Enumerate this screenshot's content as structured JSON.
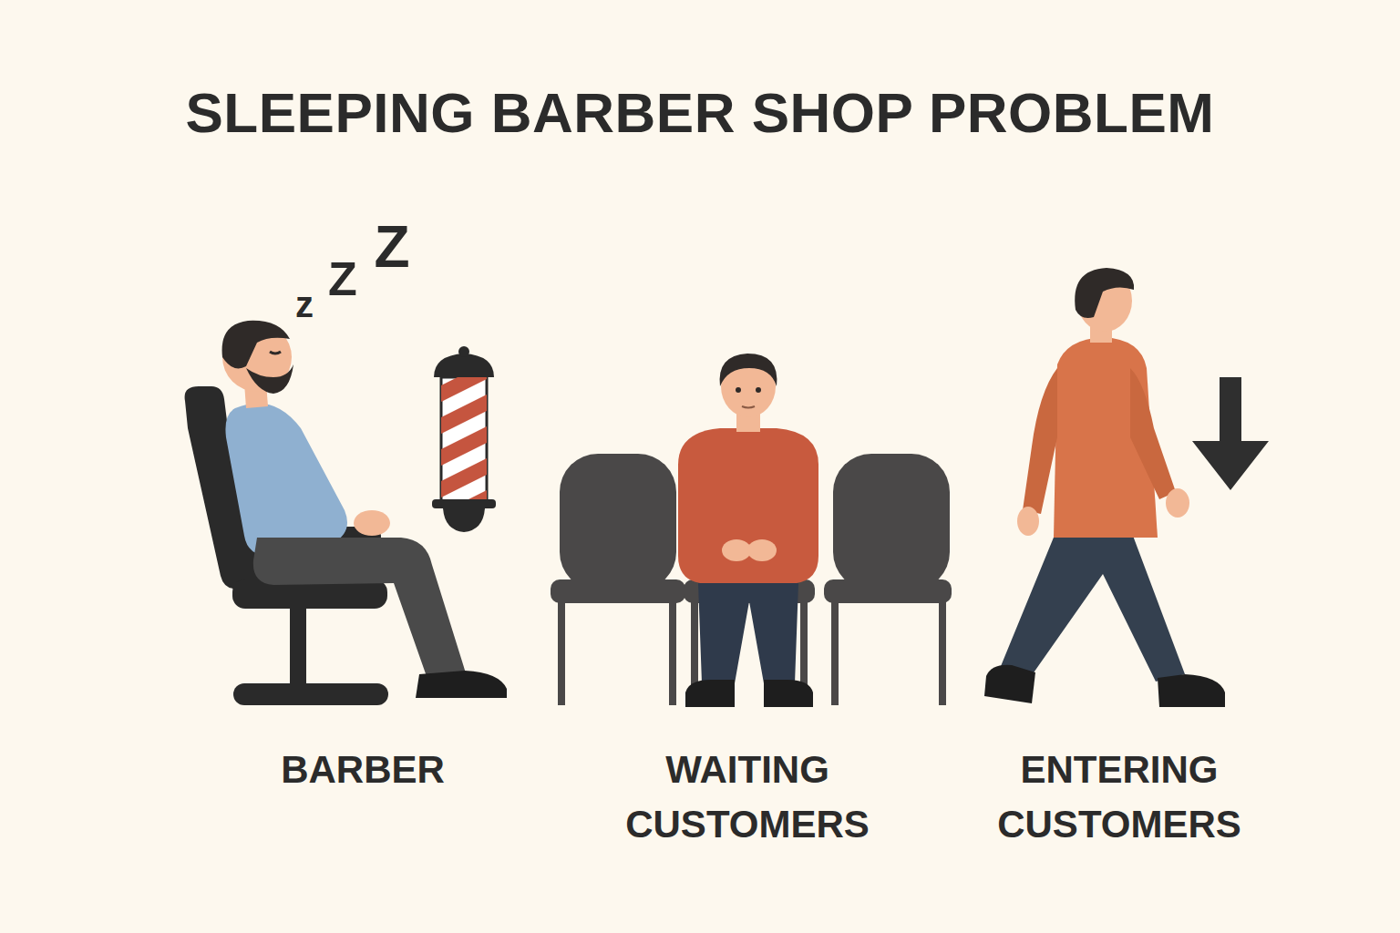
{
  "diagram": {
    "title": "SLEEPING BARBER SHOP PROBLEM",
    "labels": [
      "z",
      "Z",
      "Z",
      "BARBER",
      "WAITING CUSTOMERS",
      "ENTERING CUSTOMERS"
    ]
  }
}
